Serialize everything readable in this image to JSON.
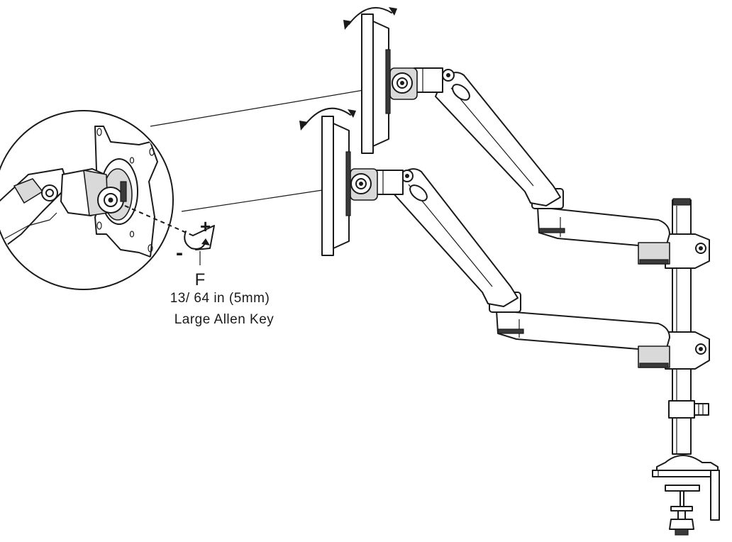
{
  "callout": {
    "label_letter": "F",
    "size_text": "13/ 64 in (5mm)",
    "tool_text": "Large Allen Key",
    "plus_sign": "+",
    "minus_sign": "-"
  }
}
